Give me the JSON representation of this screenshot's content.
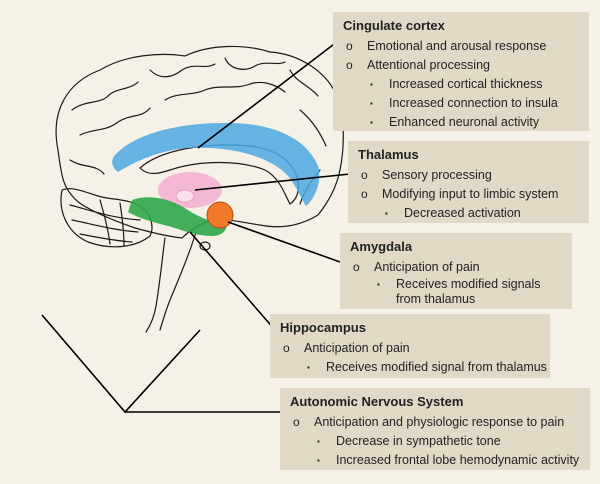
{
  "colors": {
    "background": "#f6f1e7",
    "box_fill": "#e1d9c5",
    "cingulate": "#4aa8e0",
    "thalamus": "#f5b8d4",
    "amygdala": "#f07a2a",
    "hippocampus": "#2fa84a",
    "line": "#000000"
  },
  "boxes": {
    "cingulate": {
      "title": "Cingulate cortex",
      "items": [
        {
          "level": 1,
          "bullet": "o",
          "text": "Emotional and arousal response"
        },
        {
          "level": 1,
          "bullet": "o",
          "text": "Attentional processing"
        },
        {
          "level": 2,
          "bullet": "▪",
          "text": "Increased cortical thickness"
        },
        {
          "level": 2,
          "bullet": "▪",
          "text": "Increased connection to insula"
        },
        {
          "level": 2,
          "bullet": "▪",
          "text": "Enhanced neuronal activity"
        }
      ]
    },
    "thalamus": {
      "title": "Thalamus",
      "items": [
        {
          "level": 1,
          "bullet": "o",
          "text": "Sensory processing"
        },
        {
          "level": 1,
          "bullet": "o",
          "text": "Modifying input to limbic system"
        },
        {
          "level": 2,
          "bullet": "▪",
          "text": "Decreased activation"
        }
      ]
    },
    "amygdala": {
      "title": "Amygdala",
      "items": [
        {
          "level": 1,
          "bullet": "o",
          "text": "Anticipation of pain"
        },
        {
          "level": 2,
          "bullet": "▪",
          "text": "Receives modified signals from thalamus"
        }
      ]
    },
    "hippocampus": {
      "title": "Hippocampus",
      "items": [
        {
          "level": 1,
          "bullet": "o",
          "text": "Anticipation of pain"
        },
        {
          "level": 2,
          "bullet": "▪",
          "text": "Receives modified signal from thalamus"
        }
      ]
    },
    "ans": {
      "title": "Autonomic Nervous System",
      "items": [
        {
          "level": 1,
          "bullet": "o",
          "text": "Anticipation and physiologic response to pain"
        },
        {
          "level": 2,
          "bullet": "▪",
          "text": "Decrease in sympathetic tone"
        },
        {
          "level": 2,
          "bullet": "▪",
          "text": "Increased frontal lobe hemodynamic activity"
        }
      ]
    }
  }
}
